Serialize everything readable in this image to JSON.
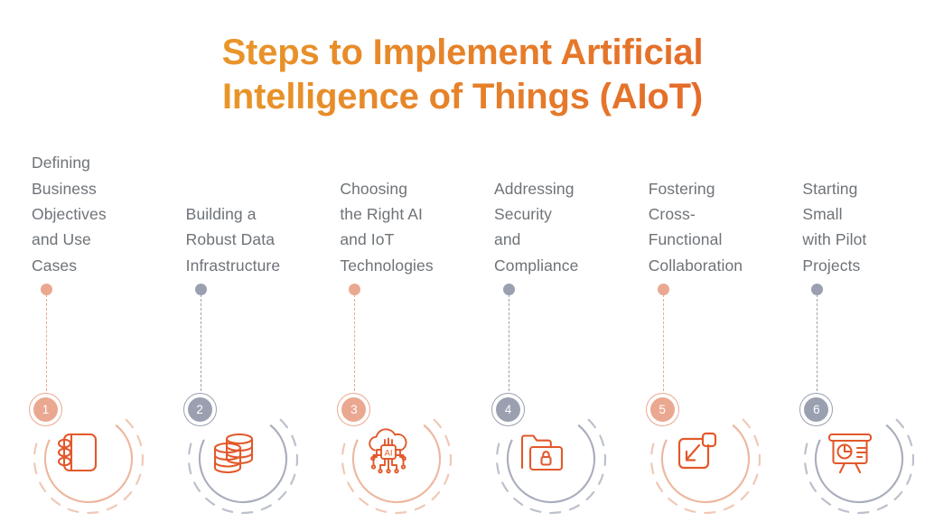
{
  "title": {
    "text": "Steps to Implement Artificial\nIntelligence of Things (AIoT)",
    "gradient_from": "#eaa82b",
    "gradient_to": "#e2562a"
  },
  "palette": {
    "peach": "#eaa891",
    "slate": "#9aa0b0",
    "icon_orange": "#e2592b",
    "label_gray": "#6e7378",
    "background": "#ffffff"
  },
  "steps": [
    {
      "number": "1",
      "label": "Defining\nBusiness\nObjectives\nand Use\nCases",
      "accent": "#eaa891",
      "arc_solid": "#edb79f",
      "arc_dashed": "#f0c9b6",
      "icon": "notebook-icon"
    },
    {
      "number": "2",
      "label": "Building a\nRobust Data\nInfrastructure",
      "accent": "#9aa0b0",
      "arc_solid": "#a9aebc",
      "arc_dashed": "#bcc1cc",
      "icon": "database-stack-icon"
    },
    {
      "number": "3",
      "label": "Choosing\nthe Right AI\nand IoT\nTechnologies",
      "accent": "#eaa891",
      "arc_solid": "#edb79f",
      "arc_dashed": "#f0c9b6",
      "icon": "ai-cloud-chip-icon"
    },
    {
      "number": "4",
      "label": "Addressing\nSecurity\nand\nCompliance",
      "accent": "#9aa0b0",
      "arc_solid": "#a9aebc",
      "arc_dashed": "#bcc1cc",
      "icon": "folder-lock-icon"
    },
    {
      "number": "5",
      "label": "Fostering\nCross-\nFunctional\nCollaboration",
      "accent": "#eaa891",
      "arc_solid": "#edb79f",
      "arc_dashed": "#f0c9b6",
      "icon": "share-arrow-square-icon"
    },
    {
      "number": "6",
      "label": "Starting\nSmall\nwith Pilot\nProjects",
      "accent": "#9aa0b0",
      "arc_solid": "#a9aebc",
      "arc_dashed": "#bcc1cc",
      "icon": "presentation-chart-icon"
    }
  ]
}
